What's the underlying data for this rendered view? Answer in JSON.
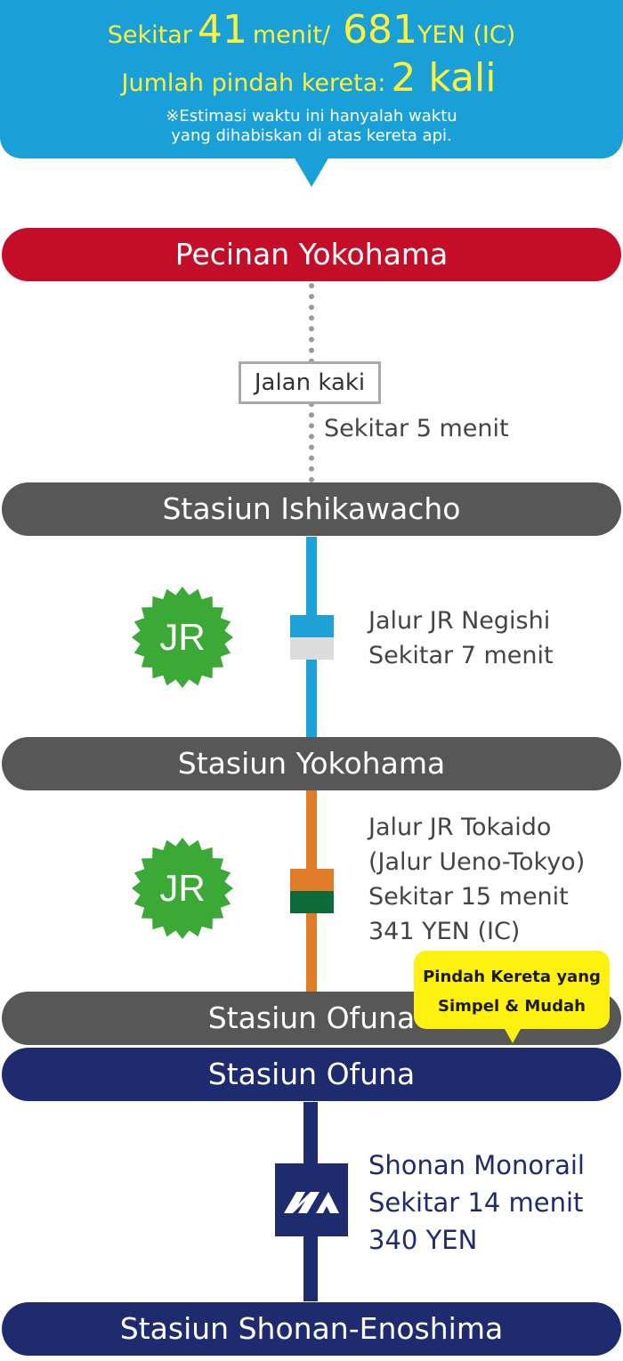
{
  "summary": {
    "prefix": "Sekitar",
    "minutes": "41",
    "minutes_unit": "menit/",
    "fare": "681",
    "fare_unit": "YEN (IC)",
    "transfer_label": "Jumlah pindah kereta:",
    "transfer_count": "2 kali",
    "note_line1": "※Estimasi waktu ini hanyalah waktu",
    "note_line2": "yang dihabiskan di atas kereta api."
  },
  "stations": {
    "start": "Pecinan Yokohama",
    "ishikawacho": "Stasiun Ishikawacho",
    "yokohama": "Stasiun Yokohama",
    "ofuna_jr": "Stasiun Ofuna",
    "ofuna_mono": "Stasiun Ofuna",
    "end": "Stasiun Shonan-Enoshima"
  },
  "walk": {
    "label": "Jalan kaki",
    "time": "Sekitar 5 menit"
  },
  "segments": {
    "negishi": {
      "badge": "JR",
      "line1": "Jalur JR Negishi",
      "line2": "Sekitar 7 menit"
    },
    "tokaido": {
      "badge": "JR",
      "line1": "Jalur JR Tokaido",
      "line2": "(Jalur Ueno-Tokyo)",
      "line3": "Sekitar 15 menit",
      "line4": "341 YEN (IC)"
    },
    "monorail": {
      "line1": "Shonan Monorail",
      "line2": "Sekitar 14 menit",
      "line3": "340 YEN"
    }
  },
  "transfer_note": {
    "line1": "Pindah Kereta yang",
    "line2": "Simpel & Mudah"
  },
  "colors": {
    "summary_bg": "#1aa0d8",
    "highlight": "#fff03a",
    "start_red": "#c40e28",
    "station_gray": "#575757",
    "monorail_navy": "#1e2b6e",
    "negishi_blue": "#1ea1d6",
    "tokaido_orange": "#e07b27",
    "jr_green": "#3aa935"
  },
  "icons": {
    "jr": "jr-logo-icon",
    "monorail": "monorail-logo-icon"
  }
}
